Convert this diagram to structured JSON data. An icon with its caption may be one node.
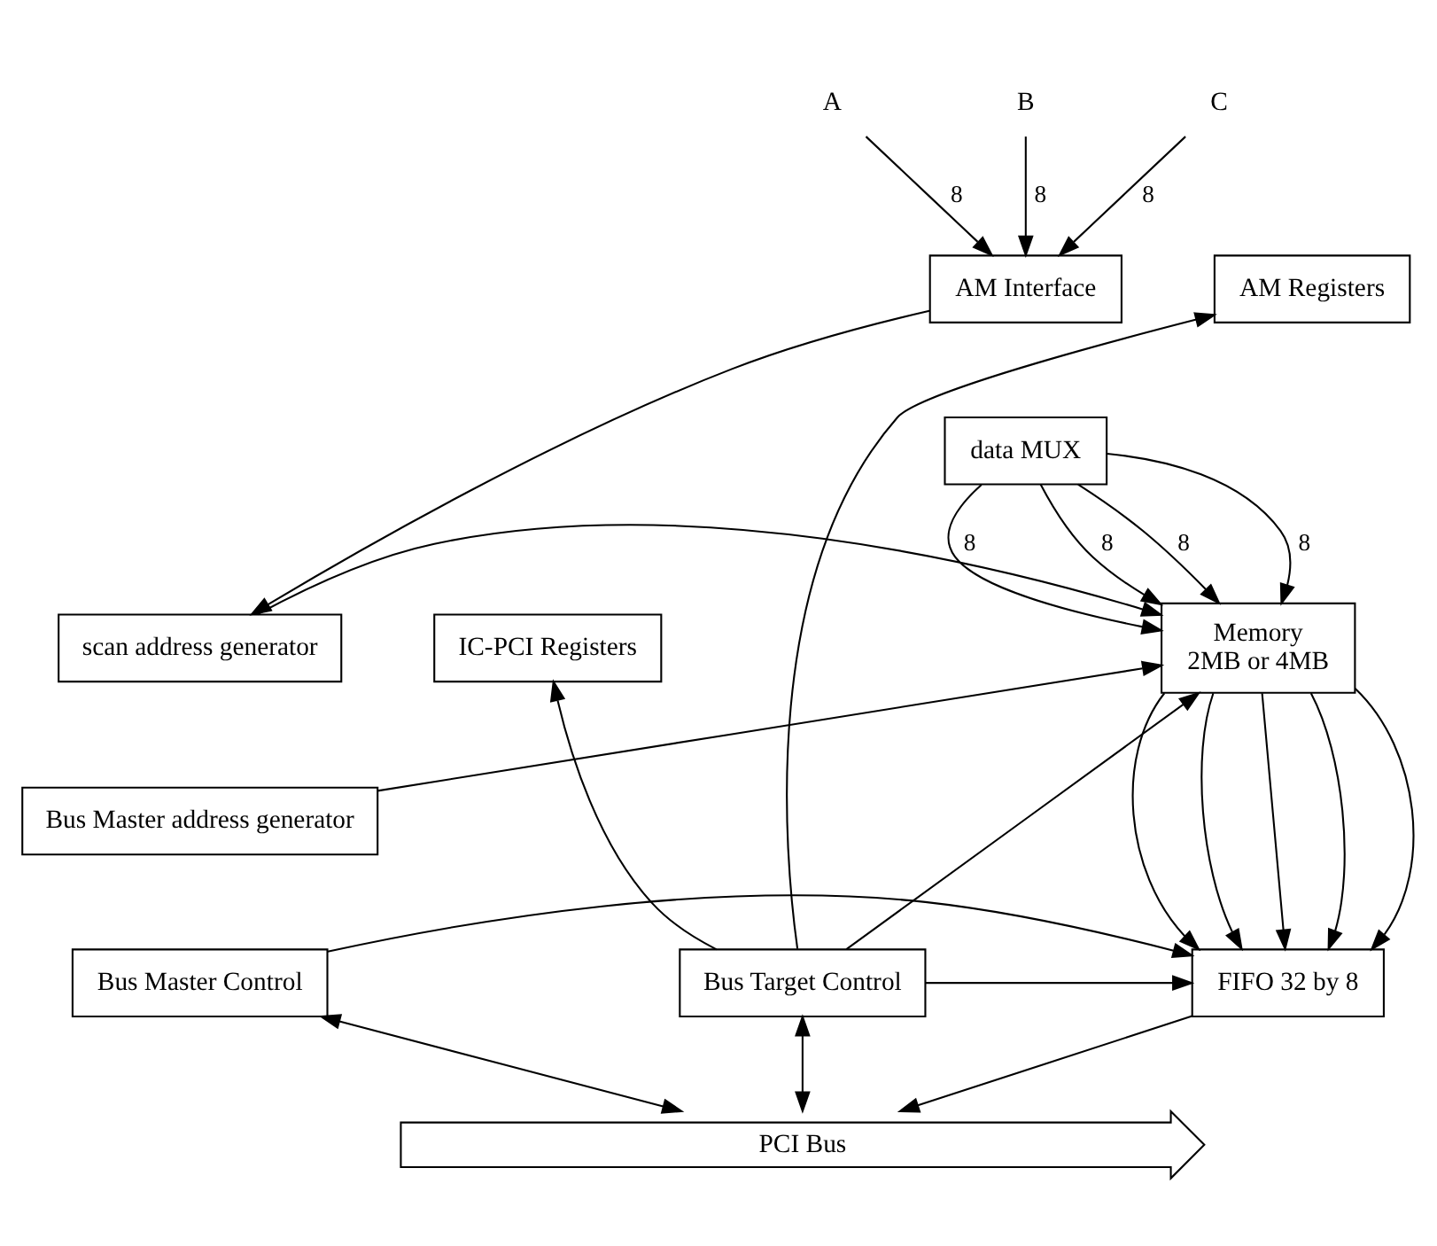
{
  "diagram": {
    "nodes": [
      {
        "text": [
          "A"
        ]
      },
      {
        "text": [
          "B"
        ]
      },
      {
        "text": [
          "C"
        ]
      },
      {
        "text": [
          "AM Interface"
        ]
      },
      {
        "text": [
          "data MUX"
        ]
      },
      {
        "text": [
          "scan address generator"
        ]
      },
      {
        "text": [
          "Bus Master address generator"
        ]
      },
      {
        "text": [
          "Bus Master Control"
        ]
      },
      {
        "text": [
          "Memory",
          "2MB or 4MB"
        ]
      },
      {
        "text": [
          "FIFO 32 by 8"
        ]
      },
      {
        "text": [
          "Bus Target Control"
        ]
      },
      {
        "text": [
          "AM Registers"
        ]
      },
      {
        "text": [
          "IC-PCI Registers"
        ]
      },
      {
        "text": [
          "PCI Bus"
        ]
      }
    ],
    "edges": [
      {
        "from": 0,
        "to": 3,
        "arrow": "to",
        "label": "8"
      },
      {
        "from": 1,
        "to": 3,
        "arrow": "to",
        "label": "8"
      },
      {
        "from": 2,
        "to": 3,
        "arrow": "to",
        "label": "8"
      },
      {
        "from": 3,
        "to": 5,
        "arrow": "to"
      },
      {
        "from": 4,
        "to": 8,
        "arrow": "to",
        "label": "8"
      },
      {
        "from": 4,
        "to": 8,
        "arrow": "to",
        "label": "8"
      },
      {
        "from": 4,
        "to": 8,
        "arrow": "to",
        "label": "8"
      },
      {
        "from": 4,
        "to": 8,
        "arrow": "to",
        "label": "8"
      },
      {
        "from": 5,
        "to": 8,
        "arrow": "to"
      },
      {
        "from": 6,
        "to": 8,
        "arrow": "to"
      },
      {
        "from": 8,
        "to": 9,
        "arrow": "to"
      },
      {
        "from": 8,
        "to": 9,
        "arrow": "to"
      },
      {
        "from": 8,
        "to": 9,
        "arrow": "to"
      },
      {
        "from": 8,
        "to": 9,
        "arrow": "to"
      },
      {
        "from": 8,
        "to": 9,
        "arrow": "to"
      },
      {
        "from": 7,
        "to": 9,
        "arrow": "to"
      },
      {
        "from": 10,
        "to": 9,
        "arrow": "to"
      },
      {
        "from": 10,
        "to": 11,
        "arrow": "to"
      },
      {
        "from": 10,
        "to": 12,
        "arrow": "to"
      },
      {
        "from": 10,
        "to": 8,
        "arrow": "to"
      },
      {
        "from": 7,
        "to": 13,
        "arrow": "both"
      },
      {
        "from": 9,
        "to": 13,
        "arrow": "to"
      },
      {
        "from": 10,
        "to": 13,
        "arrow": "both"
      }
    ]
  }
}
